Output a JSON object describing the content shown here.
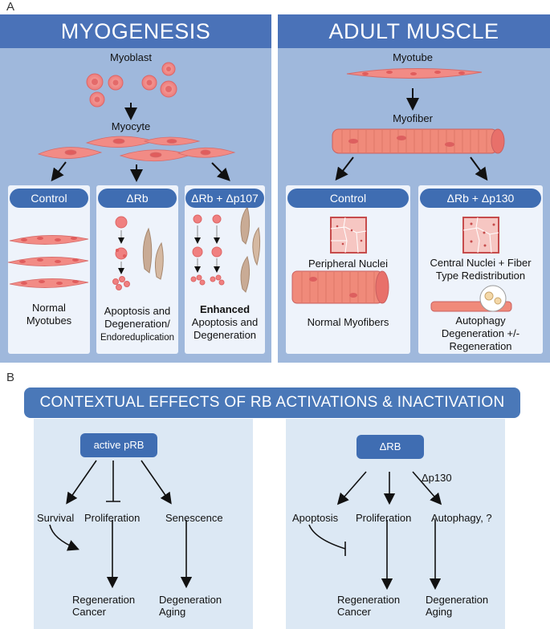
{
  "panel_a": {
    "letter": "A",
    "myogenesis": {
      "title": "MYOGENESIS",
      "myoblast": "Myoblast",
      "myocyte": "Myocyte",
      "cards": [
        {
          "pill": "Control",
          "label_line1": "Normal",
          "label_line2": "Myotubes"
        },
        {
          "pill": "ΔRb",
          "label_line1": "Apoptosis and",
          "label_line2": "Degeneration/",
          "label_line3": "Endoreduplication"
        },
        {
          "pill": "ΔRb + Δp107",
          "label_line1": "Enhanced",
          "label_line2": "Apoptosis and",
          "label_line3": "Degeneration"
        }
      ]
    },
    "adult": {
      "title": "ADULT MUSCLE",
      "myotube": "Myotube",
      "myofiber": "Myofiber",
      "cards": [
        {
          "pill": "Control",
          "label_top": "Peripheral Nuclei",
          "label_bottom": "Normal Myofibers"
        },
        {
          "pill": "ΔRb + Δp130",
          "label_top_1": "Central Nuclei + Fiber",
          "label_top_2": "Type Redistribution",
          "label_bottom_1": "Autophagy",
          "label_bottom_2": "Degeneration +/-",
          "label_bottom_3": "Regeneration"
        }
      ]
    }
  },
  "panel_b": {
    "letter": "B",
    "title": "CONTEXTUAL EFFECTS OF RB ACTIVATIONS & INACTIVATION",
    "left": {
      "box": "active pRB",
      "survival": "Survival",
      "proliferation": "Proliferation",
      "senescence": "Senescence",
      "out1_line1": "Regeneration",
      "out1_line2": "Cancer",
      "out2_line1": "Degeneration",
      "out2_line2": "Aging"
    },
    "right": {
      "box": "ΔRB",
      "dp130": "Δp130",
      "apoptosis": "Apoptosis",
      "proliferation": "Proliferation",
      "autophagy": "Autophagy, ?",
      "out1_line1": "Regeneration",
      "out1_line2": "Cancer",
      "out2_line1": "Degeneration",
      "out2_line2": "Aging"
    }
  },
  "colors": {
    "section_bg": "#9fb8dc",
    "header_blue": "#4a72b8",
    "pill_blue": "#3f6db2",
    "cell_pink": "#f08080",
    "b_panel_bg": "#dce8f4"
  }
}
